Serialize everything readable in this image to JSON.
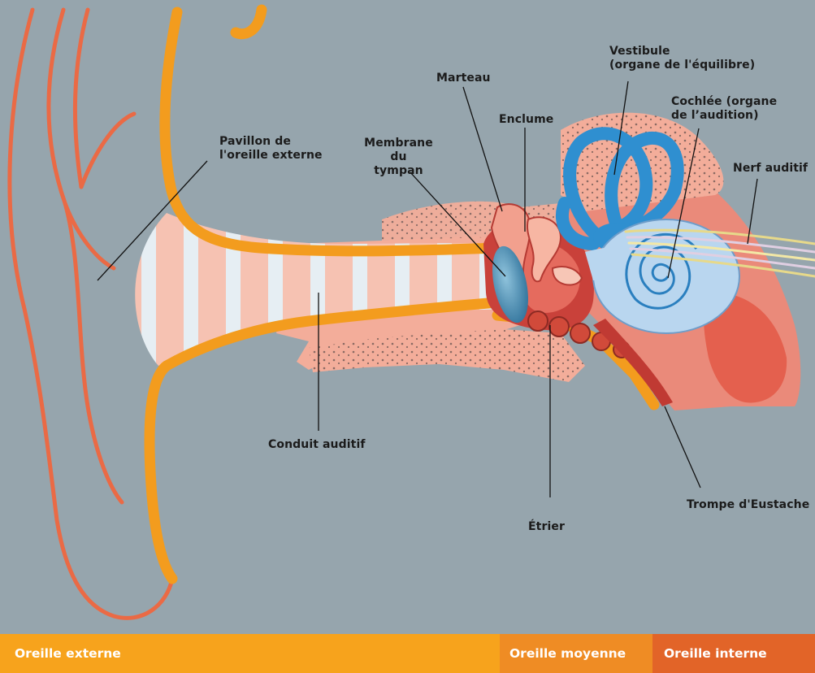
{
  "labels": {
    "pavillon": "Pavillon de\nl'oreille externe",
    "membrane": "Membrane\ndu tympan",
    "marteau": "Marteau",
    "enclume": "Enclume",
    "vestibule": "Vestibule\n(organe de l'équilibre)",
    "cochlee": "Cochlée (organe\nde l’audition)",
    "nerf": "Nerf auditif",
    "conduit": "Conduit auditif",
    "etrier": "Étrier",
    "trompe": "Trompe d'Eustache"
  },
  "sections": [
    {
      "id": "externe",
      "label": "Oreille externe",
      "color": "#f7a31c"
    },
    {
      "id": "moyenne",
      "label": "Oreille moyenne",
      "color": "#ef8c24"
    },
    {
      "id": "interne",
      "label": "Oreille interne",
      "color": "#e26428"
    }
  ],
  "colors": {
    "background": "#96a5ad",
    "outline_orange": "#f39c1e",
    "pinna_lines": "#ea6a45",
    "tissue": "#f3ad9a",
    "bone_red": "#d9453c",
    "inner_blue": "#2f8fd0",
    "cochlea_fill": "#b9d6ef",
    "eardrum": "#3f86ad",
    "nerve": "#e7d98a"
  }
}
